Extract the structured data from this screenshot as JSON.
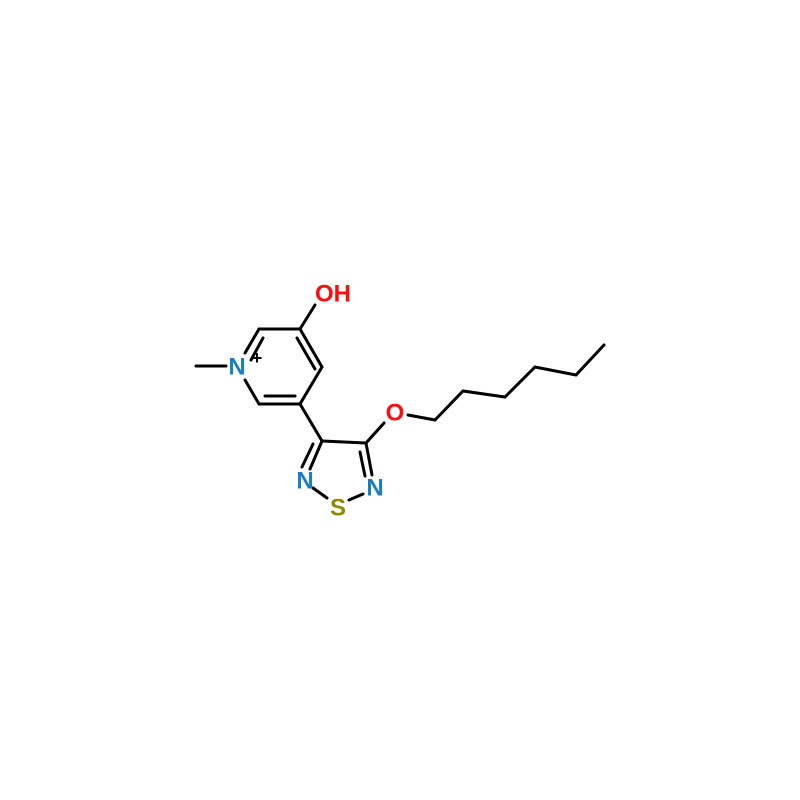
{
  "molecule": {
    "atoms": {
      "oh": "OH",
      "n_plus": "N",
      "charge": "+",
      "o_ether": "O",
      "n_left": "N",
      "n_right": "N",
      "s": "S"
    },
    "colors": {
      "oxygen": "#ff0d0d",
      "nitrogen": "#1a7fc1",
      "sulfur": "#8c8c00",
      "bond": "#000000"
    }
  }
}
